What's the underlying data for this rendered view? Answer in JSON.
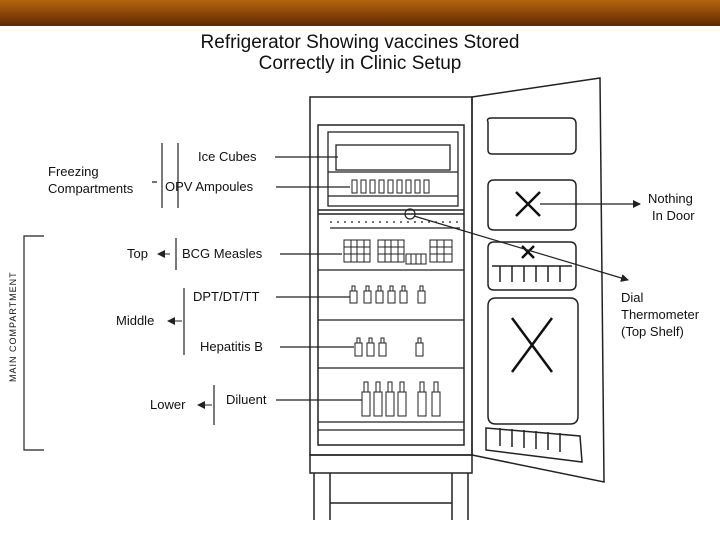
{
  "title": {
    "line1": "Refrigerator Showing vaccines Stored",
    "line2": "Correctly in Clinic Setup"
  },
  "labels": {
    "freezing_line1": "Freezing",
    "freezing_line2": "Compartments",
    "ice_cubes": "Ice Cubes",
    "opv_ampoules": "OPV Ampoules",
    "main_compartment": "MAIN COMPARTMENT",
    "top": "Top",
    "bcg_measles": "BCG Measles",
    "middle": "Middle",
    "dpt": "DPT/DT/TT",
    "hepatitis_b": "Hepatitis B",
    "lower": "Lower",
    "diluent": "Diluent",
    "nothing_line1": "Nothing",
    "nothing_line2": "In Door",
    "dial_line1": "Dial",
    "dial_line2": "Thermometer",
    "dial_line3": "(Top Shelf)"
  },
  "colors": {
    "header_bar": "#8b4a0c",
    "line": "#222222"
  }
}
